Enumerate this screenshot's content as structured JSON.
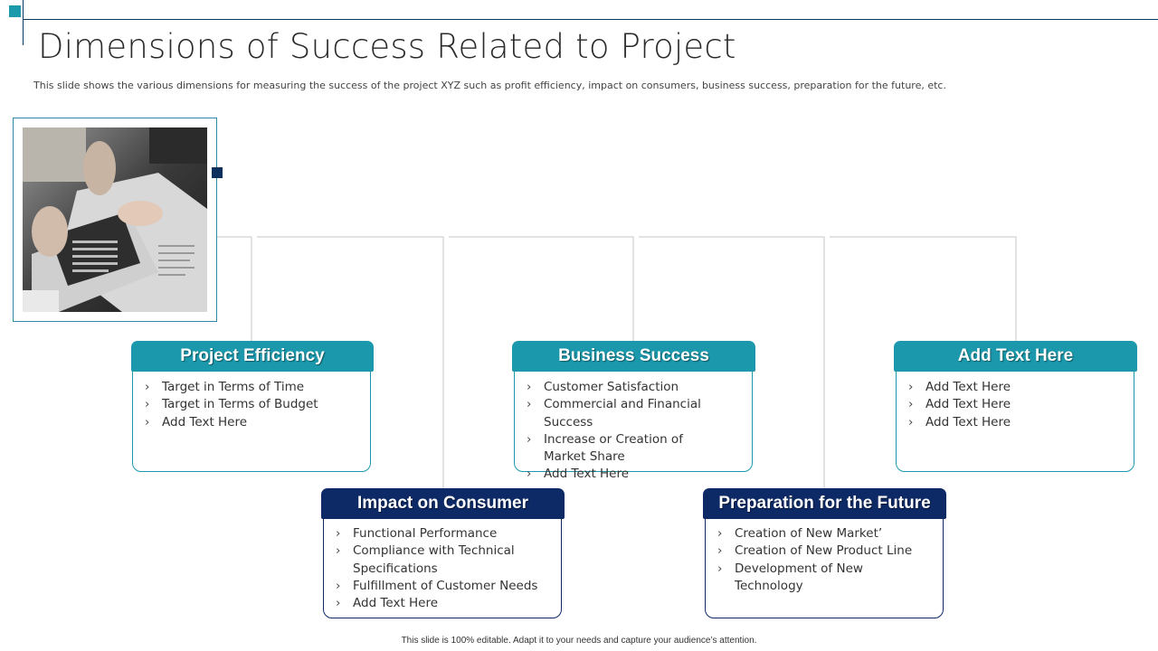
{
  "slide": {
    "title": "Dimensions of Success Related to Project",
    "subtitle": "This slide shows the various dimensions for measuring the success of the project XYZ such as profit efficiency, impact on consumers, business success, preparation for the future, etc.",
    "footer": "This slide is 100% editable.  Adapt it to your needs and capture your audience’s attention."
  },
  "colors": {
    "teal": "#1b98ab",
    "navy": "#0e2a66",
    "line": "#d9d9d9"
  },
  "bullet_icon": "chevron-right-icon",
  "image_description": "hands-reviewing-documents-photo",
  "boxes": [
    {
      "title": "Project Efficiency",
      "items": [
        "Target in Terms of Time",
        "Target in Terms of Budget",
        "Add Text Here"
      ]
    },
    {
      "title": "Impact on Consumer",
      "items": [
        "Functional Performance",
        "Compliance with Technical Specifications",
        "Fulfillment of Customer Needs",
        "Add Text Here"
      ]
    },
    {
      "title": "Business Success",
      "items": [
        "Customer Satisfaction",
        "Commercial and Financial Success",
        "Increase or Creation of Market Share",
        "Add Text Here"
      ]
    },
    {
      "title": "Preparation for the Future",
      "items": [
        "Creation of New Market’",
        "Creation of New Product  Line",
        "Development of New Technology"
      ]
    },
    {
      "title": "Add Text Here",
      "items": [
        "Add Text Here",
        "Add Text Here",
        "Add Text Here"
      ]
    }
  ]
}
